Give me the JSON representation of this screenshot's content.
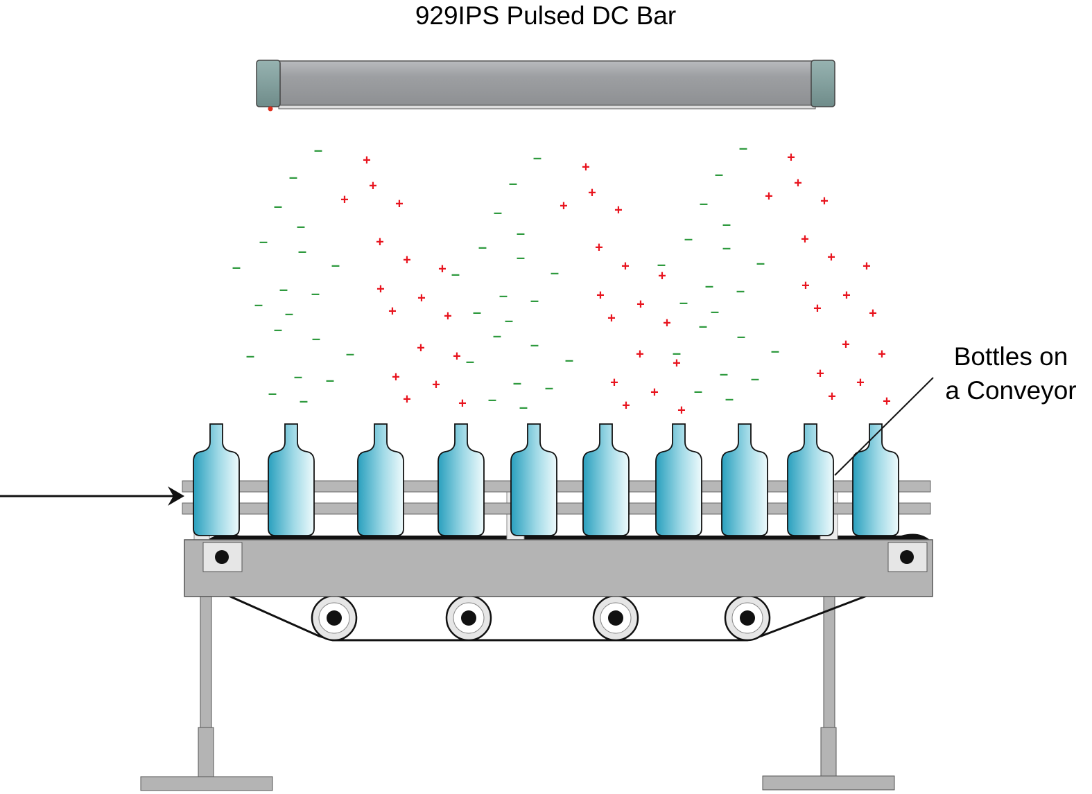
{
  "title": "929IPS Pulsed DC Bar",
  "label": {
    "line1": "Bottles on",
    "line2": "a Conveyor"
  },
  "ions": {
    "plus_symbol": "+",
    "minus_symbol": "–",
    "plus_color": "#e8141e",
    "minus_color": "#2e9a3e"
  },
  "colors": {
    "bar_body": "#9d9fa2",
    "bar_cap": "#7e9c9a",
    "frame": "#b4b4b4",
    "bottle_dark": "#2aa0be",
    "bottle_light": "#e8f7fa"
  },
  "bottle_count": 10,
  "roller_count": 4
}
